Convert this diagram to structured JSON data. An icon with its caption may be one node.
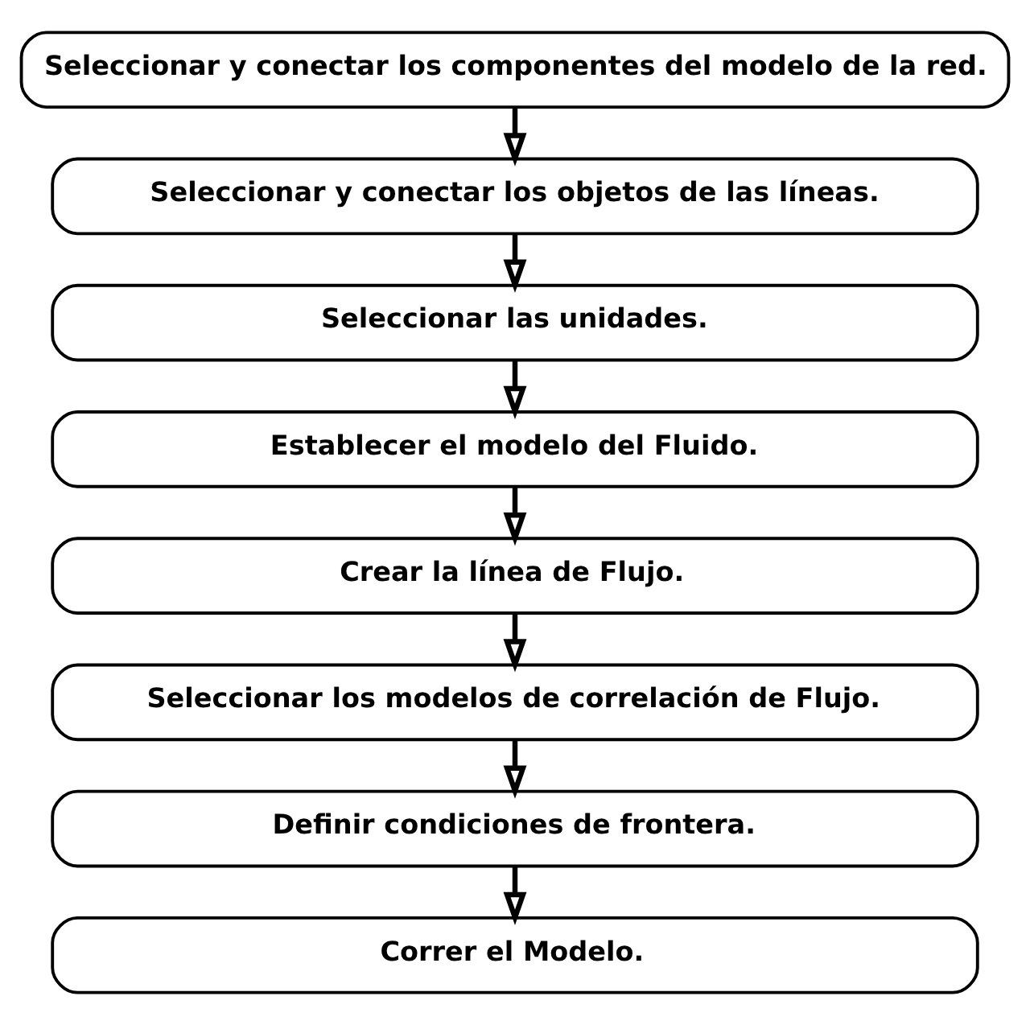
{
  "diagram": {
    "nodes": [
      {
        "text": [
          "Seleccionar y conectar los componentes del modelo de la red."
        ]
      },
      {
        "text": [
          "Seleccionar y conectar los objetos de las líneas."
        ]
      },
      {
        "text": [
          "Seleccionar las unidades."
        ]
      },
      {
        "text": [
          "Establecer el modelo del Fluido."
        ]
      },
      {
        "text": [
          "Crear la línea de Flujo."
        ]
      },
      {
        "text": [
          "Seleccionar los modelos de correlación de Flujo."
        ]
      },
      {
        "text": [
          "Definir condiciones de frontera."
        ]
      },
      {
        "text": [
          "Correr el Modelo."
        ]
      }
    ],
    "edges": [
      {
        "from": 0,
        "to": 1,
        "arrow": "to"
      },
      {
        "from": 1,
        "to": 2,
        "arrow": "to"
      },
      {
        "from": 2,
        "to": 3,
        "arrow": "to"
      },
      {
        "from": 3,
        "to": 4,
        "arrow": "to"
      },
      {
        "from": 4,
        "to": 5,
        "arrow": "to"
      },
      {
        "from": 5,
        "to": 6,
        "arrow": "to"
      },
      {
        "from": 6,
        "to": 7,
        "arrow": "to"
      }
    ]
  }
}
